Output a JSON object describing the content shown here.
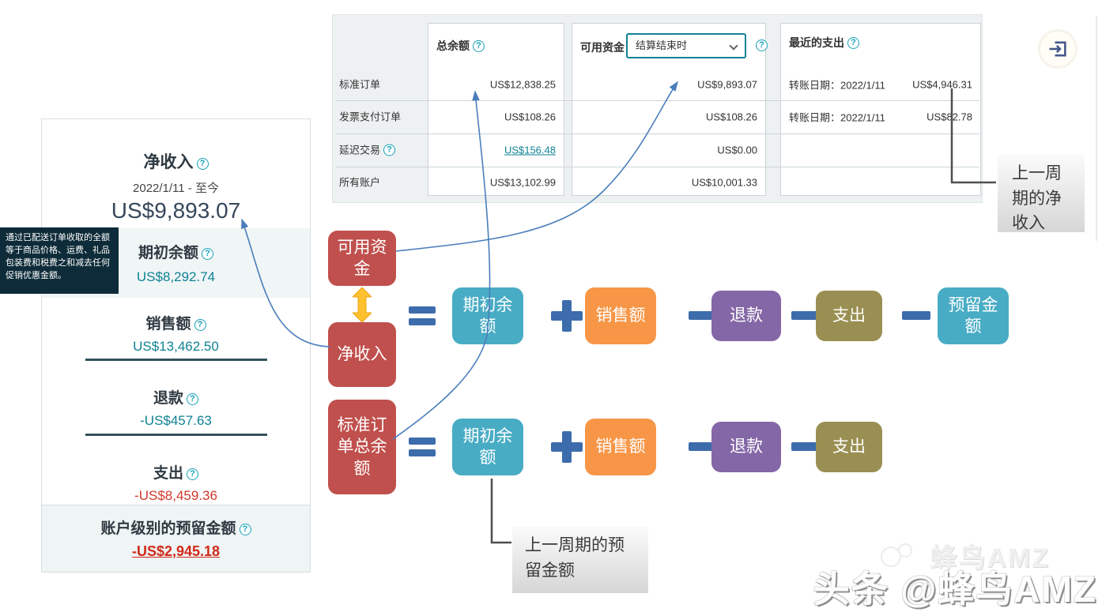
{
  "summary_card": {
    "title": "净收入",
    "date_range": "2022/1/11 - 至今",
    "net_income": "US$9,893.07",
    "opening_balance_label": "期初余额",
    "opening_balance_value": "US$8,292.74",
    "sales_label": "销售额",
    "sales_value": "US$13,462.50",
    "refunds_label": "退款",
    "refunds_value": "-US$457.63",
    "expenses_label": "支出",
    "expenses_value": "-US$8,459.36",
    "reserve_label": "账户级别的预留金额",
    "reserve_value": "-US$2,945.18"
  },
  "tooltip": {
    "text": "通过已配送订单收取的全额等于商品价格、运费、礼品包装费和税费之和减去任何促销优惠金额。"
  },
  "balance_table": {
    "row_labels": [
      "标准订单",
      "发票支付订单",
      "延迟交易",
      "所有账户"
    ],
    "total_balance": {
      "header": "总余额",
      "values": [
        "US$12,838.25",
        "US$108.26",
        "US$156.48",
        "US$13,102.99"
      ]
    },
    "available_funds": {
      "header": "可用资金",
      "dropdown_value": "结算结束时",
      "values": [
        "US$9,893.07",
        "US$108.26",
        "US$0.00",
        "US$10,001.33"
      ]
    },
    "recent_payouts": {
      "header": "最近的支出",
      "rows": [
        {
          "date_label": "转账日期：2022/1/11",
          "amount": "US$4,946.31"
        },
        {
          "date_label": "转账日期：2022/1/11",
          "amount": "US$82.78"
        }
      ]
    }
  },
  "callouts": {
    "previous_net_income": "上一周期的净收入",
    "previous_reserve": "上一周期的预留金额"
  },
  "diagram": {
    "available_funds": "可用资金",
    "net_income": "净收入",
    "standard_orders_balance": "标准订单总余额",
    "eq1_terms": [
      "期初余额",
      "销售额",
      "退款",
      "支出",
      "预留金额"
    ],
    "eq2_terms": [
      "期初余额",
      "销售额",
      "退款",
      "支出"
    ]
  },
  "watermark": {
    "main": "头条 @蜂鸟AMZ",
    "ghost": "蜂鸟AMZ"
  },
  "colors": {
    "box_red": "#c0504d",
    "box_teal": "#49acc5",
    "box_orange": "#f79646",
    "box_purple": "#8467a6",
    "box_olive": "#9a8f52",
    "operator_blue": "#3d6cac",
    "link_teal": "#0f8294",
    "negative_red": "#d0392b",
    "arrow_yellow": "#ffc12e",
    "connector_blue": "#4a7ebb"
  }
}
